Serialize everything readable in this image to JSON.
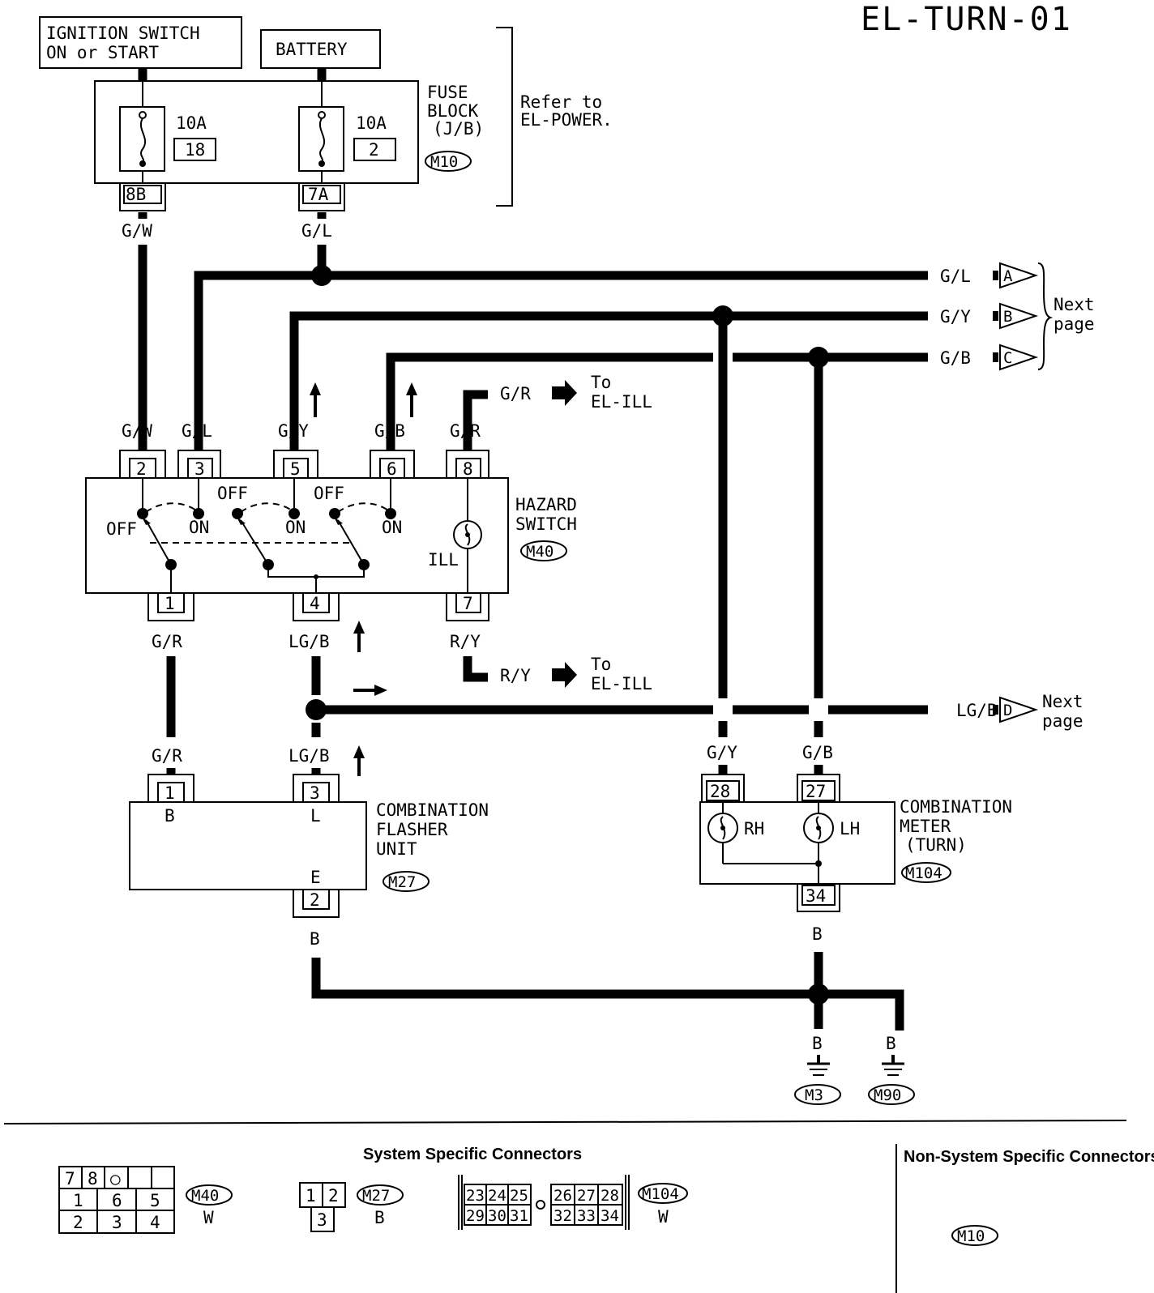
{
  "title": "EL-TURN-01",
  "sources": {
    "ignition": [
      "IGNITION SWITCH",
      "ON or START"
    ],
    "battery": "BATTERY"
  },
  "fuse_block": {
    "label": [
      "FUSE",
      "BLOCK",
      "(J/B)"
    ],
    "connector": "M10",
    "refer": [
      "Refer to",
      "EL-POWER."
    ],
    "fuses": [
      {
        "amps": "10A",
        "number": "18",
        "terminal": "8B",
        "wire": "G/W"
      },
      {
        "amps": "10A",
        "number": "2",
        "terminal": "7A",
        "wire": "G/L"
      }
    ]
  },
  "bus": {
    "lines": [
      {
        "wire": "G/L",
        "letter": "A"
      },
      {
        "wire": "G/Y",
        "letter": "B"
      },
      {
        "wire": "G/B",
        "letter": "C"
      },
      {
        "wire": "LG/B",
        "letter": "D"
      }
    ],
    "next_page": [
      "Next",
      "page"
    ]
  },
  "to_ill": {
    "top_wire": "G/R",
    "bottom_wire": "R/Y",
    "to": [
      "To",
      "EL-ILL"
    ]
  },
  "hazard_switch": {
    "label": [
      "HAZARD",
      "SWITCH"
    ],
    "connector": "M40",
    "top_terminals": [
      {
        "num": "2",
        "wire": "G/W"
      },
      {
        "num": "3",
        "wire": "G/L"
      },
      {
        "num": "5",
        "wire": "G/Y"
      },
      {
        "num": "6",
        "wire": "G/B"
      },
      {
        "num": "8",
        "wire": "G/R"
      }
    ],
    "bottom_terminals": [
      {
        "num": "1",
        "wire": "G/R"
      },
      {
        "num": "4",
        "wire": "LG/B"
      },
      {
        "num": "7",
        "wire": "R/Y"
      }
    ],
    "off": "OFF",
    "on": "ON",
    "ill": "ILL"
  },
  "flasher": {
    "label": [
      "COMBINATION",
      "FLASHER",
      "UNIT"
    ],
    "connector": "M27",
    "terminals": [
      {
        "num": "1",
        "pin": "B",
        "wire": "G/R"
      },
      {
        "num": "3",
        "pin": "L",
        "wire": "LG/B"
      },
      {
        "num": "2",
        "pin": "E",
        "wire": "B"
      }
    ]
  },
  "meter": {
    "label": [
      "COMBINATION",
      "METER",
      "(TURN)"
    ],
    "connector": "M104",
    "terminals": [
      {
        "num": "28",
        "wire": "G/Y"
      },
      {
        "num": "27",
        "wire": "G/B"
      },
      {
        "num": "34",
        "wire": "B"
      }
    ],
    "rh": "RH",
    "lh": "LH"
  },
  "grounds": [
    {
      "wire": "B",
      "connector": "M3"
    },
    {
      "wire": "B",
      "connector": "M90"
    }
  ],
  "footer": {
    "system_specific": "System Specific Connectors",
    "non_system_specific": "Non-System Specific Connectors",
    "m40": {
      "id": "M40",
      "color": "W",
      "rows": [
        [
          "7",
          "8",
          "○",
          "",
          ""
        ],
        [
          "1",
          "6",
          "5"
        ],
        [
          "2",
          "3",
          "4"
        ]
      ]
    },
    "m27": {
      "id": "M27",
      "color": "B",
      "rows": [
        [
          "1",
          "2"
        ],
        [
          "3"
        ]
      ]
    },
    "m104": {
      "id": "M104",
      "color": "W",
      "rows": [
        [
          "23",
          "24",
          "25",
          "26",
          "27",
          "28"
        ],
        [
          "29",
          "30",
          "31",
          "32",
          "33",
          "34"
        ]
      ]
    },
    "m10": {
      "id": "M10"
    }
  }
}
